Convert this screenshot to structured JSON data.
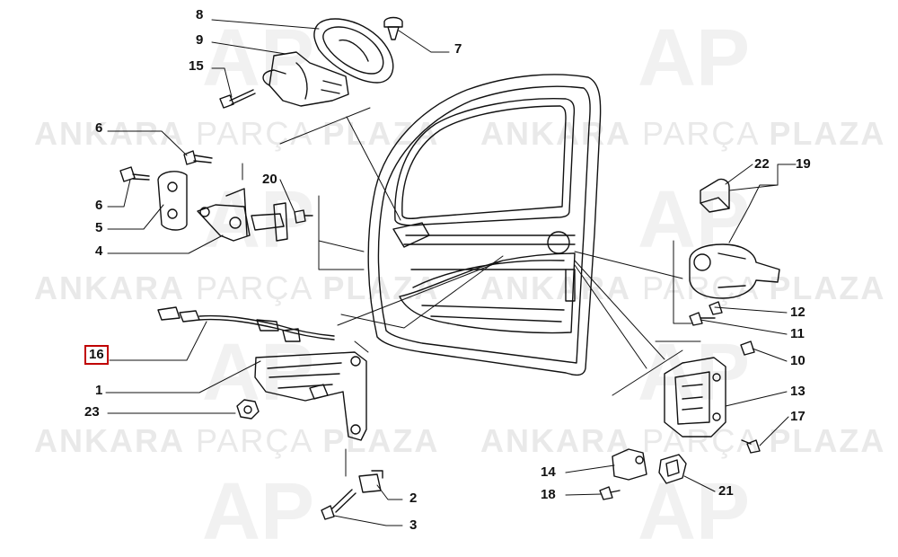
{
  "watermark": {
    "brand_bold_1": "ANKARA",
    "brand_regular": "PARÇA",
    "brand_bold_2": "PLAZA",
    "logo_text": "AP"
  },
  "callouts": [
    {
      "id": "8",
      "label": "8"
    },
    {
      "id": "9",
      "label": "9"
    },
    {
      "id": "15",
      "label": "15"
    },
    {
      "id": "7",
      "label": "7"
    },
    {
      "id": "6a",
      "label": "6"
    },
    {
      "id": "6b",
      "label": "6"
    },
    {
      "id": "5",
      "label": "5"
    },
    {
      "id": "4",
      "label": "4"
    },
    {
      "id": "20",
      "label": "20"
    },
    {
      "id": "16",
      "label": "16"
    },
    {
      "id": "1",
      "label": "1"
    },
    {
      "id": "23",
      "label": "23"
    },
    {
      "id": "2",
      "label": "2"
    },
    {
      "id": "3",
      "label": "3"
    },
    {
      "id": "22",
      "label": "22"
    },
    {
      "id": "19",
      "label": "19"
    },
    {
      "id": "12",
      "label": "12"
    },
    {
      "id": "11",
      "label": "11"
    },
    {
      "id": "10",
      "label": "10"
    },
    {
      "id": "13",
      "label": "13"
    },
    {
      "id": "17",
      "label": "17"
    },
    {
      "id": "14",
      "label": "14"
    },
    {
      "id": "18",
      "label": "18"
    },
    {
      "id": "21",
      "label": "21"
    }
  ],
  "highlighted_callout": "16",
  "colors": {
    "line": "#111111",
    "highlight": "#c00000",
    "watermark": "#e9e9e9"
  }
}
